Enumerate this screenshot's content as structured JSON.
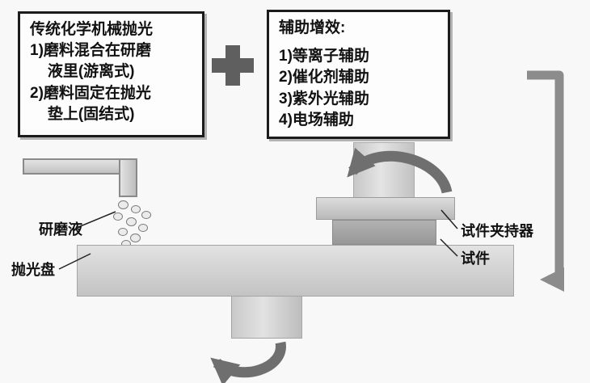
{
  "boxes": {
    "left": {
      "title": "传统化学机械抛光",
      "lines": [
        "1)磨料混合在研磨",
        "液里(游离式)",
        "2)磨料固定在抛光",
        "垫上(固结式)"
      ]
    },
    "right": {
      "title": "辅助增效:",
      "lines": [
        "1)等离子辅助",
        "2)催化剂辅助",
        "3)紫外光辅助",
        "4)电场辅助"
      ]
    }
  },
  "labels": {
    "slurry": "研磨液",
    "platen": "抛光盘",
    "holder": "试件夹持器",
    "specimen": "试件"
  },
  "icons": {
    "plus": "plus-icon",
    "flow_arrow": "down-left-flow-arrow",
    "carrier_rotation": "rotation-arrow",
    "platen_rotation": "rotation-arrow"
  },
  "colors": {
    "background": "#f8f8f8",
    "box_border": "#1c1c1c",
    "text": "#111111",
    "shape_light": "#d9d9d9",
    "shape_dark": "#a2a2a2",
    "rotation_arrow": "#6f6f6f",
    "flow_arrow": "#8c8c8c",
    "plus": "#5f5f5f"
  }
}
